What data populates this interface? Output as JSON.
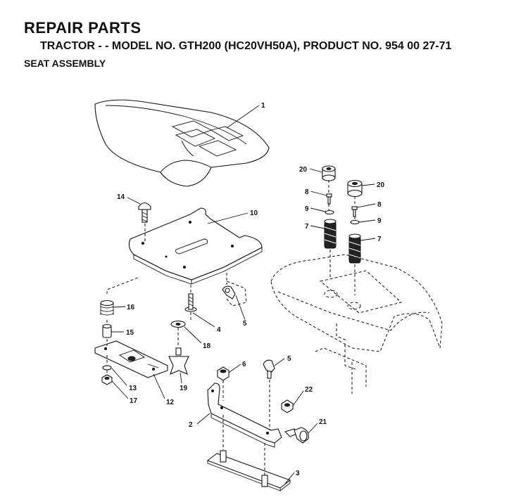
{
  "header": {
    "title": "REPAIR PARTS",
    "subtitle": "TRACTOR - - MODEL NO. GTH200 (HC20VH50A), PRODUCT NO. 954 00 27-71",
    "section": "SEAT ASSEMBLY"
  },
  "callouts": {
    "c1": "1",
    "c2": "2",
    "c3": "3",
    "c4": "4",
    "c5a": "5",
    "c5b": "5",
    "c6": "6",
    "c7a": "7",
    "c7b": "7",
    "c8a": "8",
    "c8b": "8",
    "c9a": "9",
    "c9b": "9",
    "c10": "10",
    "c12": "12",
    "c13": "13",
    "c14": "14",
    "c15": "15",
    "c16": "16",
    "c17": "17",
    "c18": "18",
    "c19": "19",
    "c20a": "20",
    "c20b": "20",
    "c21": "21",
    "c22": "22"
  }
}
